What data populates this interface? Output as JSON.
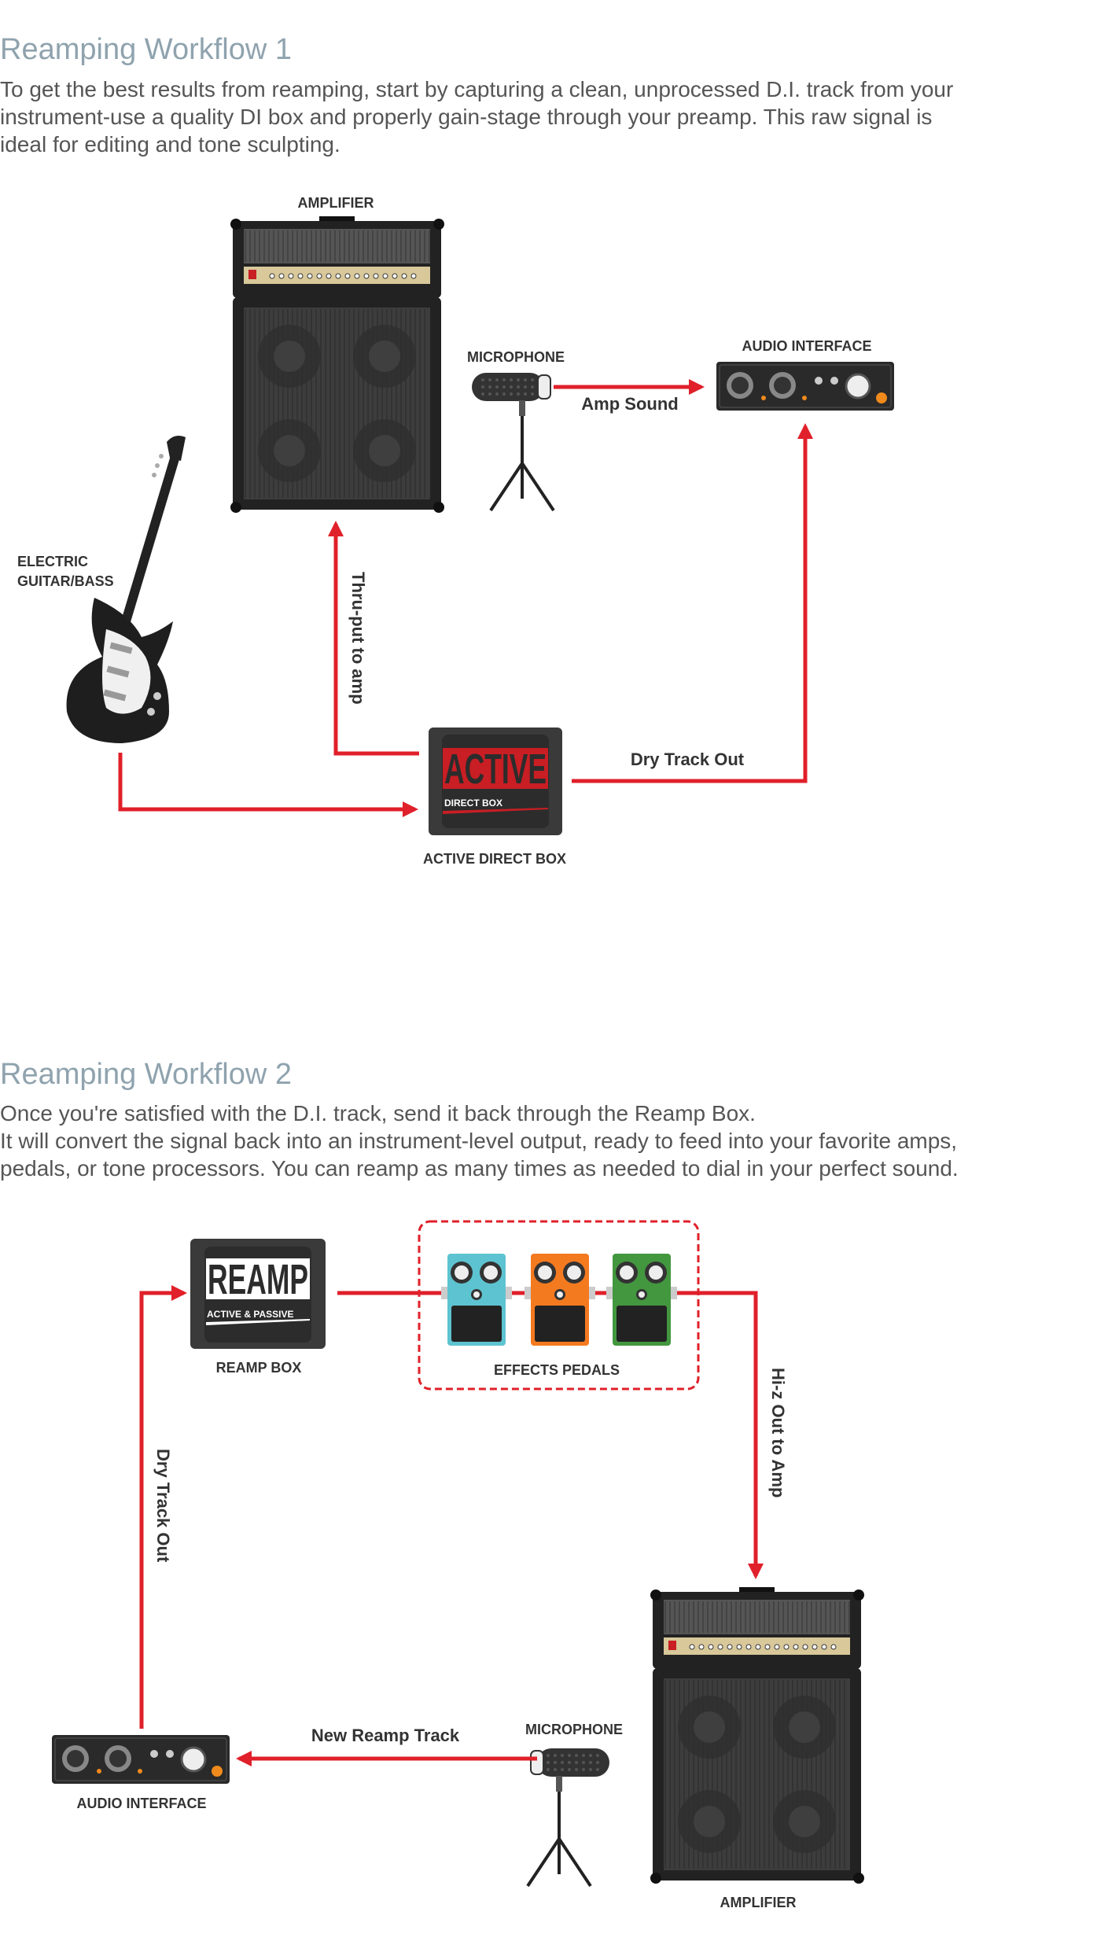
{
  "workflow1": {
    "title": "Reamping Workflow 1",
    "description": [
      "To get the best results from reamping, start by capturing a clean, unprocessed D.I. track from your",
      "instrument-use a quality DI box and properly gain-stage through your preamp. This raw signal is",
      "ideal for editing and tone sculpting."
    ],
    "labels": {
      "amplifier": "AMPLIFIER",
      "microphone": "MICROPHONE",
      "audio_interface": "AUDIO INTERFACE",
      "guitar_line1": "ELECTRIC",
      "guitar_line2": "GUITAR/BASS",
      "active_direct_box": "ACTIVE DIRECT BOX",
      "di_logo": "ACTIVE",
      "di_sub": "DIRECT BOX"
    },
    "connections": {
      "amp_sound": "Amp Sound",
      "thru_put": "Thru-put to amp",
      "dry_track_out": "Dry Track Out"
    }
  },
  "workflow2": {
    "title": "Reamping Workflow 2",
    "description": [
      "Once you're satisfied with the D.I. track, send it back through the Reamp Box.",
      "It will convert the signal back into an instrument-level output, ready to feed into your favorite amps,",
      "pedals, or tone processors. You can reamp as many times as needed to dial in your perfect sound."
    ],
    "labels": {
      "reamp_box": "REAMP BOX",
      "reamp_logo": "REAMP",
      "reamp_sub": "ACTIVE & PASSIVE",
      "effects_pedals": "EFFECTS PEDALS",
      "amplifier": "AMPLIFIER",
      "microphone": "MICROPHONE",
      "audio_interface": "AUDIO INTERFACE"
    },
    "connections": {
      "hi_z_out": "Hi-z Out to Amp",
      "new_reamp_track": "New Reamp Track",
      "dry_track_out": "Dry Track Out"
    }
  },
  "colors": {
    "signal": "#e0202a",
    "pedal_blue": "#5ec3d0",
    "pedal_orange": "#f47a20",
    "pedal_green": "#43973f"
  }
}
